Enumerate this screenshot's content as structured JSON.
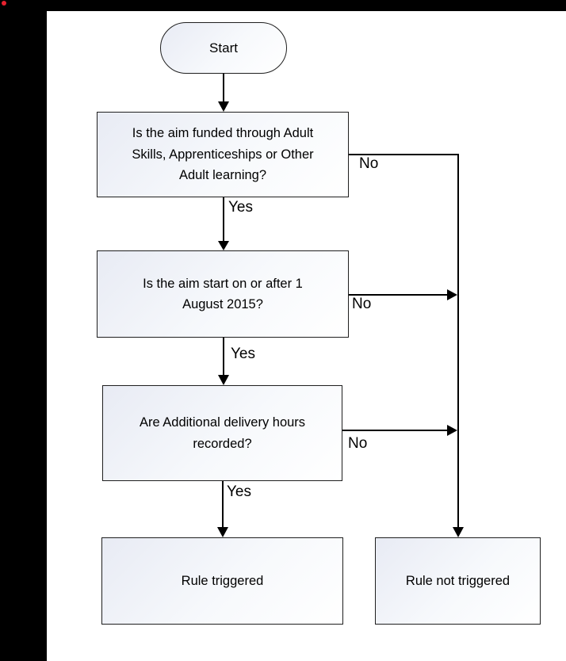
{
  "screen": {
    "background_color": "#000000",
    "page_color": "#ffffff",
    "record_dot_color": "#e8212e"
  },
  "flowchart": {
    "colors": {
      "node_fill_top": "#e8ebf4",
      "node_fill_mid": "#f7f9fc",
      "node_border": "#1f1f1f",
      "connector": "#000000",
      "text": "#000000"
    },
    "nodes": {
      "start": {
        "label": "Start"
      },
      "question1": {
        "label": "Is the aim funded through Adult\nSkills, Apprenticeships or Other\nAdult learning?"
      },
      "question2": {
        "label": "Is the aim start on or after 1\nAugust 2015?"
      },
      "question3": {
        "label": "Are Additional delivery hours\nrecorded?"
      },
      "rule_triggered": {
        "label": "Rule triggered"
      },
      "rule_not_triggered": {
        "label": "Rule not triggered"
      }
    },
    "edge_labels": {
      "yes1": "Yes",
      "yes2": "Yes",
      "yes3": "Yes",
      "no1": "No",
      "no2": "No",
      "no3": "No"
    }
  }
}
